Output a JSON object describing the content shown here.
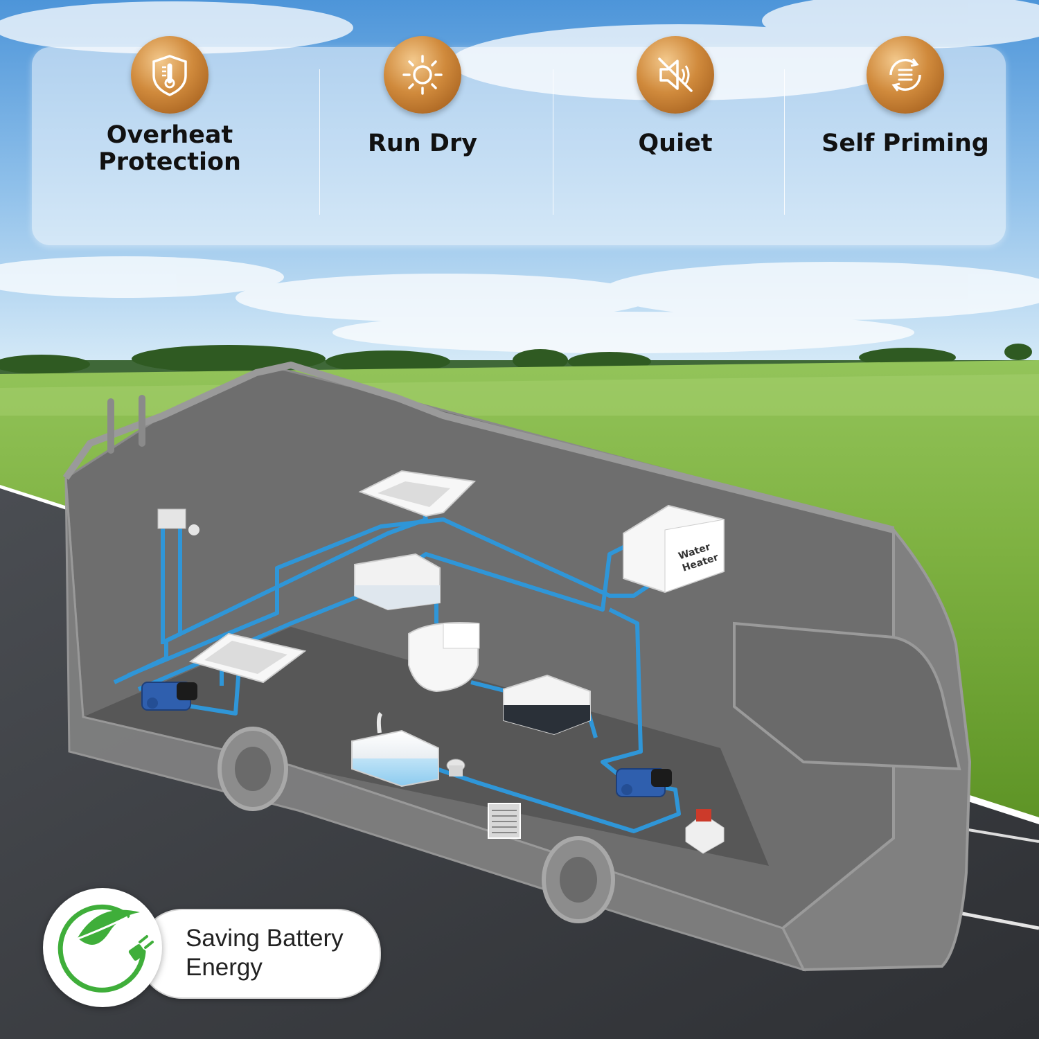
{
  "features": [
    {
      "label_line1": "Overheat",
      "label_line2": "Protection",
      "icon": "thermometer-shield-icon"
    },
    {
      "label_line1": "Run Dry",
      "label_line2": "",
      "icon": "sun-icon"
    },
    {
      "label_line1": "Quiet",
      "label_line2": "",
      "icon": "mute-speaker-icon"
    },
    {
      "label_line1": "Self Priming",
      "label_line2": "",
      "icon": "circular-arrows-icon"
    }
  ],
  "rv_diagram": {
    "water_heater_label_line1": "Water",
    "water_heater_label_line2": "Heater"
  },
  "energy_badge": {
    "line1": "Saving Battery",
    "line2": "Energy",
    "icon": "leaf-plug-icon"
  },
  "colors": {
    "badge_gold": "#c9853a",
    "pipe_blue": "#2f96d8",
    "rv_gray": "#7d7d7d",
    "leaf_green": "#3fae3a"
  }
}
